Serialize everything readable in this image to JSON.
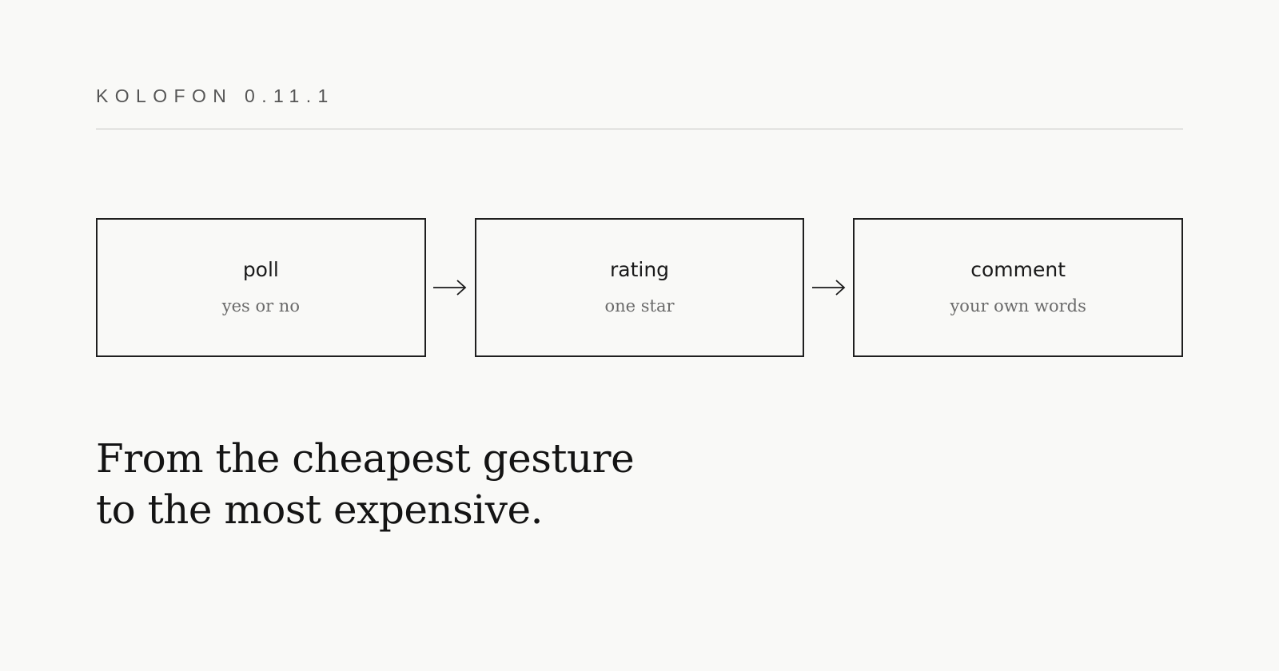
{
  "header": {
    "title": "KOLOFON 0.11.1"
  },
  "flow": {
    "steps": [
      {
        "label": "poll",
        "sublabel": "yes or no"
      },
      {
        "label": "rating",
        "sublabel": "one star"
      },
      {
        "label": "comment",
        "sublabel": "your own words"
      }
    ],
    "connector_icon": "right-arrow-icon"
  },
  "tagline": {
    "line1": "From the cheapest gesture",
    "line2": "to the most expensive."
  },
  "colors": {
    "background": "#f9f9f7",
    "text": "#1a1a1a",
    "muted": "#6b6b6b",
    "rule": "#c4c4c4"
  }
}
